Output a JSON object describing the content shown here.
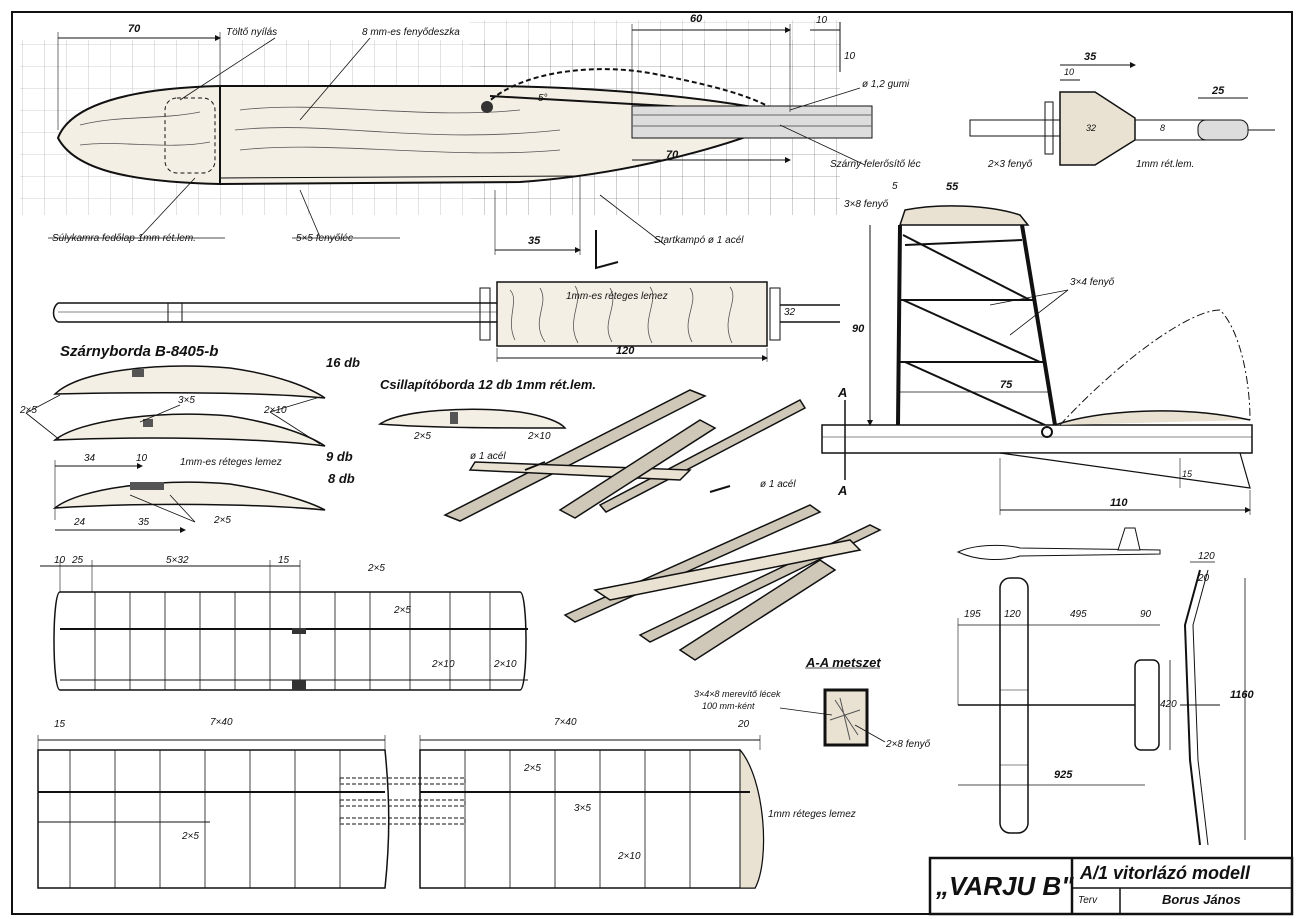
{
  "title_block": {
    "model_name": "„VARJU B\"",
    "model_type": "A/1 vitorlázó modell",
    "designer_label": "Terv",
    "designer_name": "Borus János"
  },
  "fuselage": {
    "dim_70_top": "70",
    "filler_opening": "Töltő nyílás",
    "pine_board": "8 mm-es fenyődeszka",
    "dim_60": "60",
    "dim_10_a": "10",
    "dim_10_b": "10",
    "dim_5": "5°",
    "rubber": "ø 1,2 gumi",
    "wing_mount": "Szárny felerősítő léc",
    "dim_70_mid": "70",
    "dim_35": "35",
    "start_hook": "Startkampó ø 1 acél",
    "weight_chamber": "Súlykamra fedőlap 1mm rét.lem.",
    "pine_strip": "5×5 fenyőléc",
    "plywood_1mm": "1mm-es réteges lemez",
    "dim_32": "32",
    "dim_120": "120"
  },
  "nose_detail": {
    "dim_35": "35",
    "dim_10": "10",
    "dim_25": "25",
    "dim_32": "32",
    "dim_8": "8",
    "pine_2x3": "2×3 fenyő",
    "plywood": "1mm rét.lem."
  },
  "wing_ribs": {
    "heading": "Szárnyborda B-8405-b",
    "count_16": "16 db",
    "count_9": "9 db",
    "count_8": "8 db",
    "spar_2x5_a": "2×5",
    "spar_3x5": "3×5",
    "spar_2x10": "2×10",
    "dim_34": "34",
    "dim_10": "10",
    "ply_label": "1mm-es réteges lemez",
    "dim_24": "24",
    "dim_35": "35",
    "spar_2x5_b": "2×5"
  },
  "stab_ribs": {
    "heading": "Csillapítóborda 12 db 1mm rét.lem.",
    "spar_2x5": "2×5",
    "spar_2x10": "2×10",
    "steel_a": "ø 1 acél",
    "steel_b": "ø 1 acél"
  },
  "fin": {
    "pine_3x8": "3×8 fenyő",
    "dim_5": "5",
    "dim_55": "55",
    "pine_3x4": "3×4 fenyő",
    "dim_90": "90",
    "dim_75": "75",
    "section_a_top": "A",
    "section_a_bottom": "A",
    "dim_15": "15",
    "dim_110": "110"
  },
  "stabilizer_plan": {
    "dim_10": "10",
    "dim_25": "25",
    "dim_5x32": "5×32",
    "dim_15": "15",
    "spar_2x5_a": "2×5",
    "spar_2x5_b": "2×5",
    "spar_2x10_a": "2×10",
    "spar_2x10_b": "2×10"
  },
  "section_aa": {
    "heading": "A-A metszet",
    "stiffener": "3×4×8 merevítő lécek",
    "stiffener_spacing": "100 mm-ként",
    "pine": "2×8 fenyő"
  },
  "wing_plan": {
    "dim_15": "15",
    "dim_7x40_left": "7×40",
    "dim_7x40_right": "7×40",
    "dim_20": "20",
    "spar_2x5_a": "2×5",
    "spar_2x5_b": "2×5",
    "spar_3x5": "3×5",
    "spar_2x10": "2×10",
    "tip_ply": "1mm réteges lemez"
  },
  "three_view": {
    "dim_195": "195",
    "dim_120": "120",
    "dim_495": "495",
    "dim_90": "90",
    "dim_420": "420",
    "dim_925": "925",
    "dim_120_front": "120",
    "dim_20_front": "20",
    "dim_1160": "1160"
  }
}
